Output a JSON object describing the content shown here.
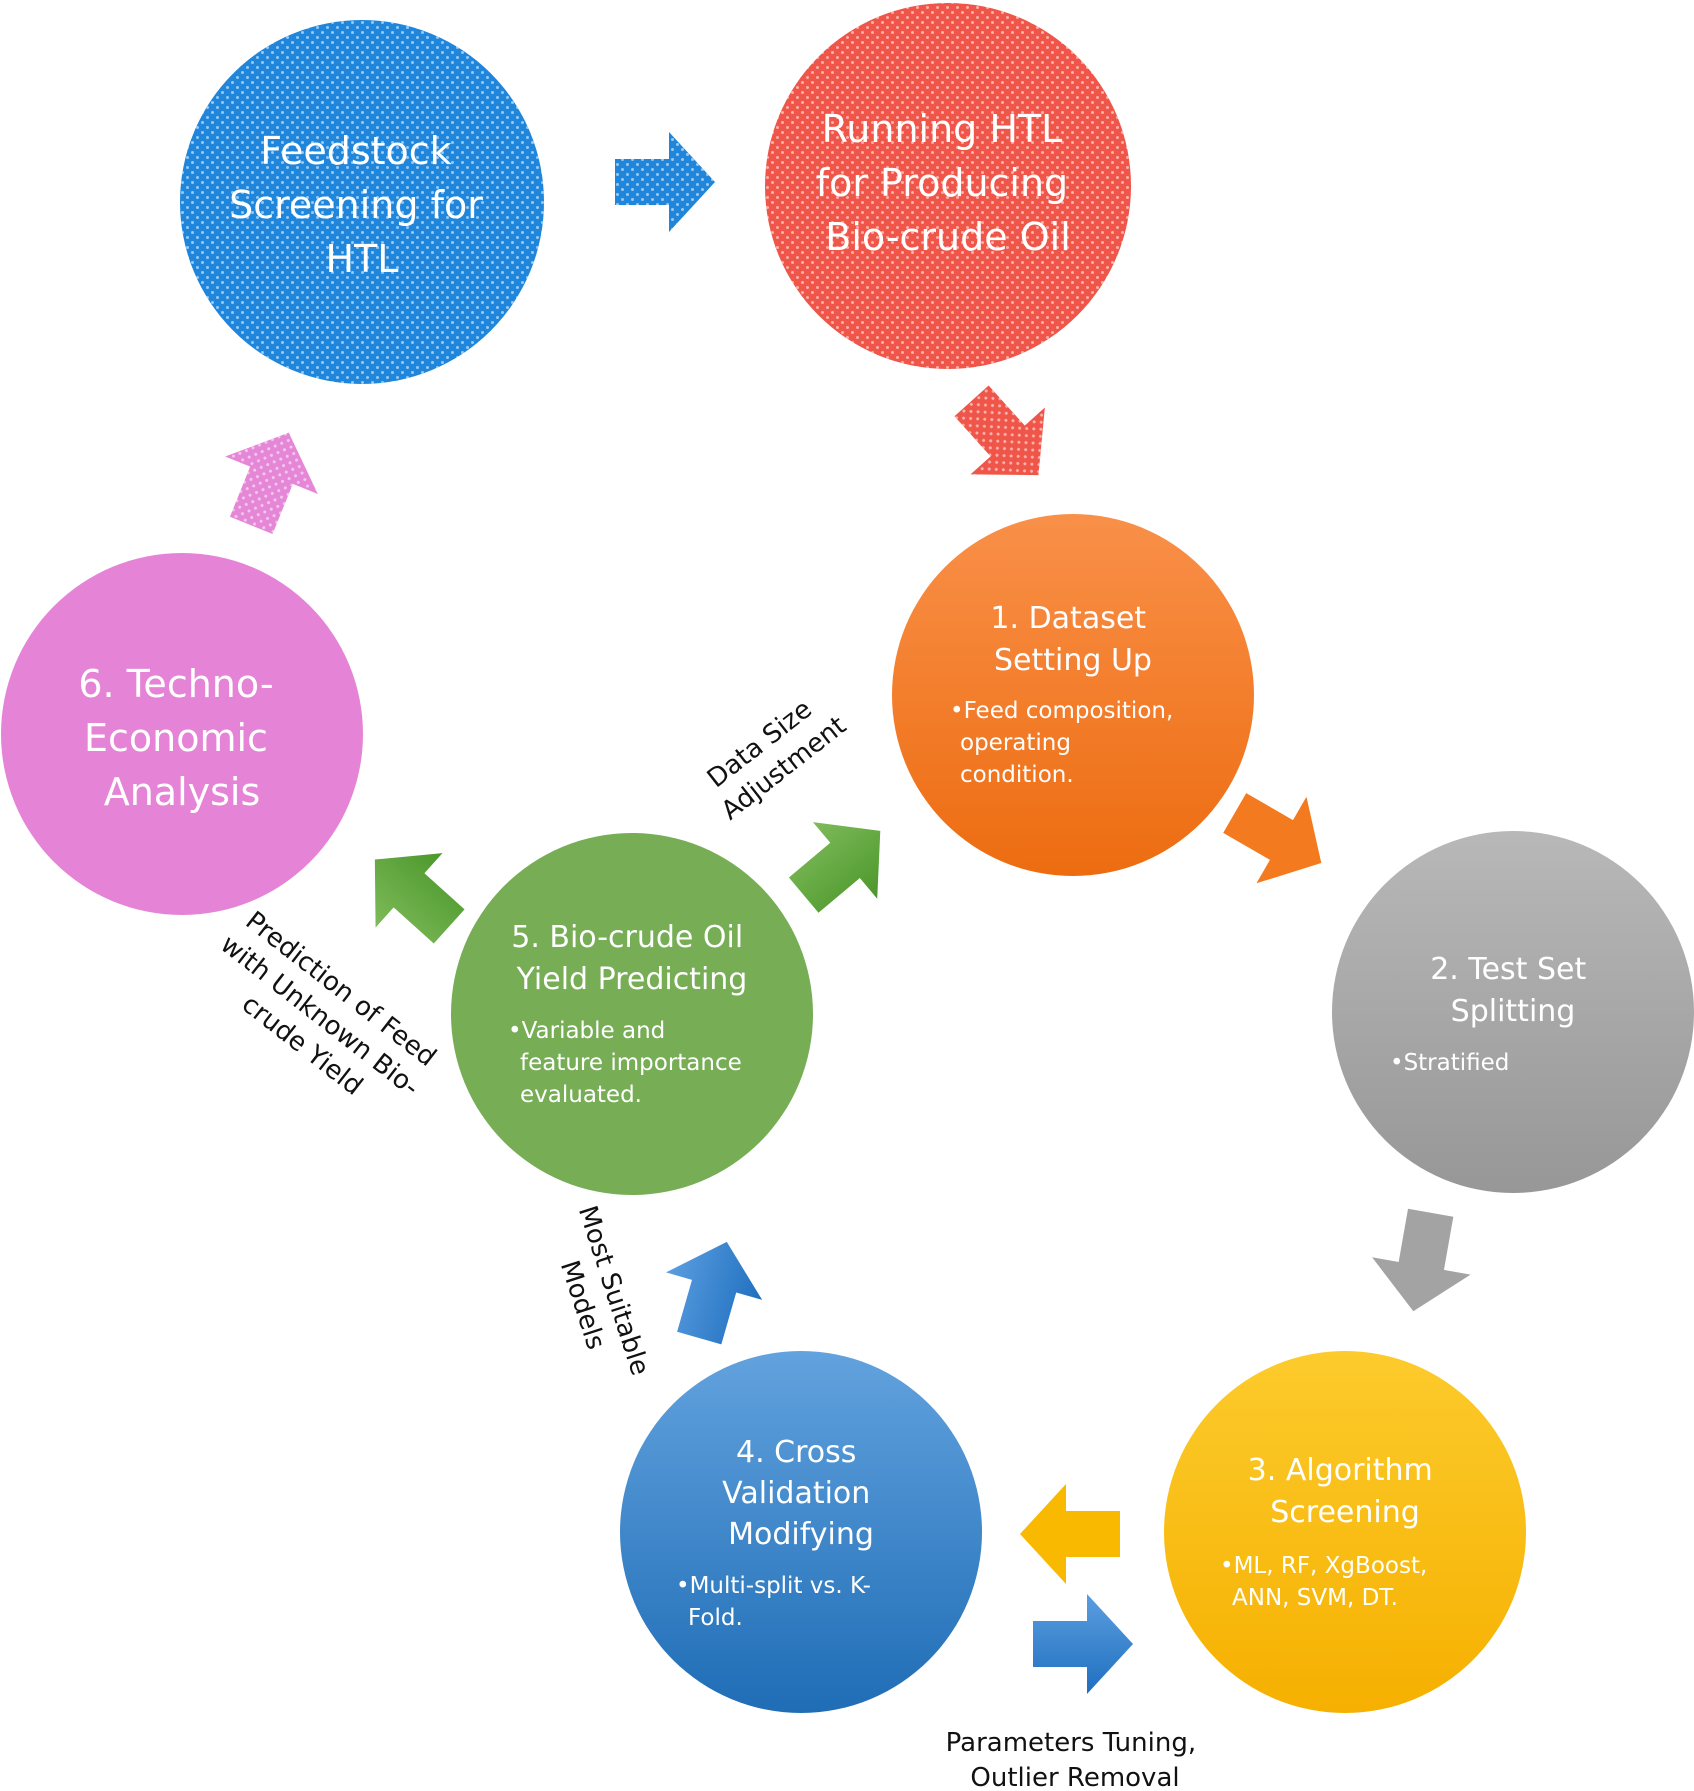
{
  "nodes": {
    "feedstock": {
      "lines": [
        "Feedstock",
        "Screening for",
        "HTL"
      ]
    },
    "running": {
      "lines": [
        "Running HTL",
        "for Producing",
        "Bio-crude Oil"
      ]
    },
    "dataset": {
      "lines": [
        "1. Dataset",
        "Setting Up"
      ],
      "bullets": [
        "•Feed composition,",
        "operating",
        "condition."
      ]
    },
    "testset": {
      "lines": [
        "2. Test Set",
        "Splitting"
      ],
      "bullets": [
        "•Stratified"
      ]
    },
    "algorithm": {
      "lines": [
        "3. Algorithm",
        "Screening"
      ],
      "bullets": [
        "•ML, RF, XgBoost,",
        "ANN, SVM, DT."
      ]
    },
    "crossval": {
      "lines": [
        "4. Cross",
        "Validation",
        "Modifying"
      ],
      "bullets": [
        "•Multi-split vs. K-",
        "Fold."
      ]
    },
    "yield": {
      "lines": [
        "5. Bio-crude Oil",
        "Yield Predicting"
      ],
      "bullets": [
        "•Variable and",
        "feature importance",
        "evaluated."
      ]
    },
    "techno": {
      "lines": [
        "6. Techno-",
        "Economic",
        "Analysis"
      ]
    }
  },
  "edge_labels": {
    "data_size": [
      "Data Size",
      "Adjustment"
    ],
    "prediction": [
      "Prediction of Feed",
      "with Unknown Bio-",
      "crude Yield"
    ],
    "most_suitable": [
      "Most Suitable",
      "Models"
    ],
    "params": [
      "Parameters Tuning,",
      "Outlier Removal"
    ]
  },
  "colors": {
    "feedstock": "#1f86dc",
    "running": "#ef5548",
    "dataset_light": "#f99049",
    "dataset_dark": "#ed6c10",
    "testset_light": "#b8b8b8",
    "testset_dark": "#9a9a9a",
    "algorithm_light": "#fccb2c",
    "algorithm_dark": "#f6b300",
    "crossval_light": "#5f9fdd",
    "crossval_dark": "#1f6fb8",
    "yield": "#76ad55",
    "techno": "#e584d6",
    "arrow_green_light": "#79b555",
    "arrow_green_dark": "#4e9a2e"
  }
}
